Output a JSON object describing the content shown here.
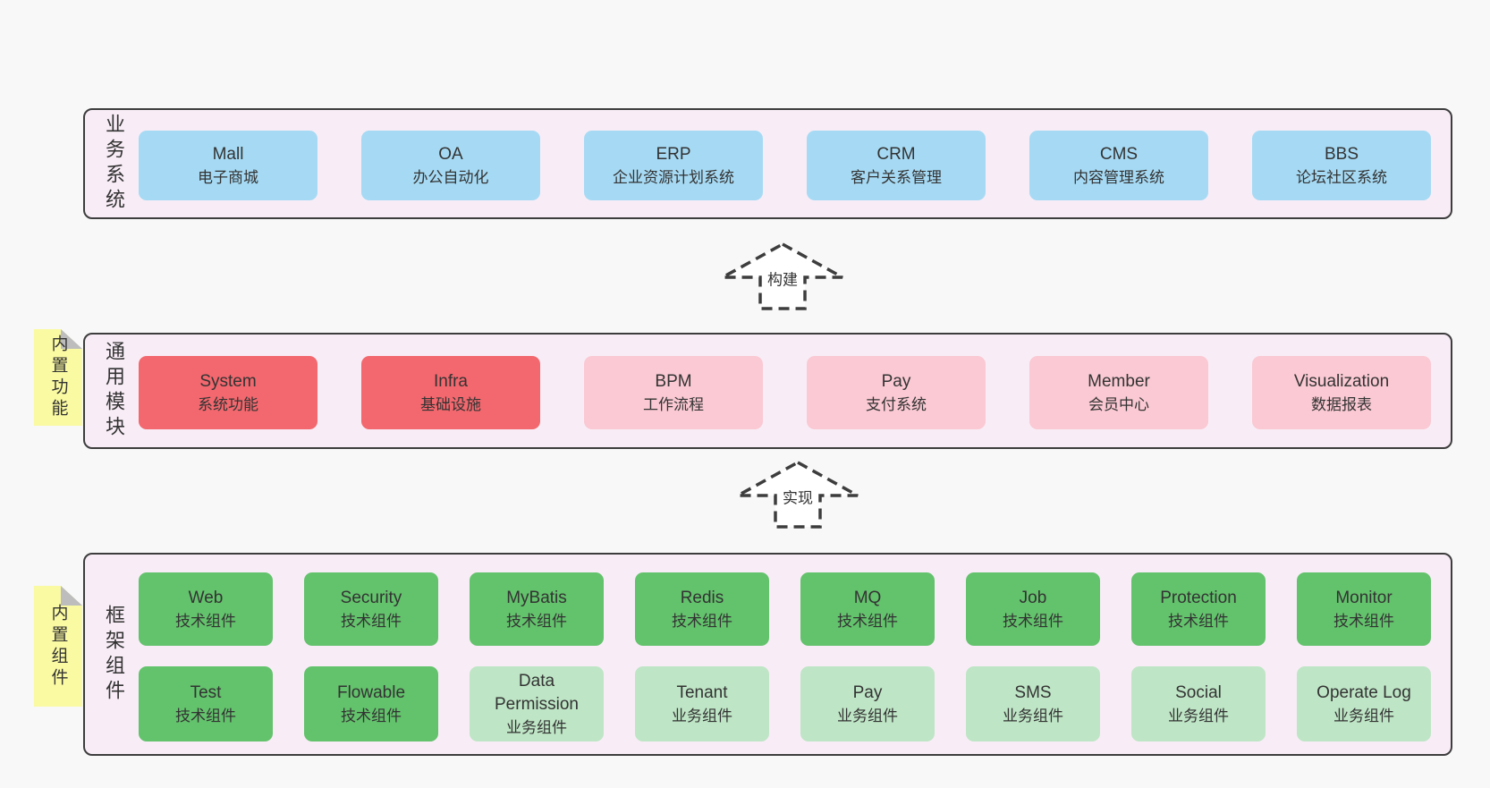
{
  "colors": {
    "page_bg": "#f8f8f8",
    "panel_bg": "#f8edf6",
    "panel_border": "#3d3d3d",
    "text": "#333333",
    "blue": "#a6daf4",
    "red": "#f2686e",
    "pink": "#fac9d3",
    "green": "#63c26c",
    "green_light": "#bee5c5",
    "yellow": "#fafaa2",
    "fold_gray": "#bdbdbd",
    "arrow_fill": "#ffffff"
  },
  "business": {
    "label": "业务系统",
    "box_color": "#a6daf4",
    "items": [
      {
        "title": "Mall",
        "subtitle": "电子商城"
      },
      {
        "title": "OA",
        "subtitle": "办公自动化"
      },
      {
        "title": "ERP",
        "subtitle": "企业资源计划系统"
      },
      {
        "title": "CRM",
        "subtitle": "客户关系管理"
      },
      {
        "title": "CMS",
        "subtitle": "内容管理系统"
      },
      {
        "title": "BBS",
        "subtitle": "论坛社区系统"
      }
    ]
  },
  "modules": {
    "label": "通用模块",
    "tag": "内置功能",
    "items": [
      {
        "title": "System",
        "subtitle": "系统功能",
        "color": "#f2686e"
      },
      {
        "title": "Infra",
        "subtitle": "基础设施",
        "color": "#f2686e"
      },
      {
        "title": "BPM",
        "subtitle": "工作流程",
        "color": "#fac9d3"
      },
      {
        "title": "Pay",
        "subtitle": "支付系统",
        "color": "#fac9d3"
      },
      {
        "title": "Member",
        "subtitle": "会员中心",
        "color": "#fac9d3"
      },
      {
        "title": "Visualization",
        "subtitle": "数据报表",
        "color": "#fac9d3"
      }
    ]
  },
  "components": {
    "label": "框架组件",
    "tag": "内置组件",
    "row1": [
      {
        "title": "Web",
        "subtitle": "技术组件",
        "color": "#63c26c"
      },
      {
        "title": "Security",
        "subtitle": "技术组件",
        "color": "#63c26c"
      },
      {
        "title": "MyBatis",
        "subtitle": "技术组件",
        "color": "#63c26c"
      },
      {
        "title": "Redis",
        "subtitle": "技术组件",
        "color": "#63c26c"
      },
      {
        "title": "MQ",
        "subtitle": "技术组件",
        "color": "#63c26c"
      },
      {
        "title": "Job",
        "subtitle": "技术组件",
        "color": "#63c26c"
      },
      {
        "title": "Protection",
        "subtitle": "技术组件",
        "color": "#63c26c"
      },
      {
        "title": "Monitor",
        "subtitle": "技术组件",
        "color": "#63c26c"
      }
    ],
    "row2": [
      {
        "title": "Test",
        "subtitle": "技术组件",
        "color": "#63c26c"
      },
      {
        "title": "Flowable",
        "subtitle": "技术组件",
        "color": "#63c26c"
      },
      {
        "title": "Data Permission",
        "subtitle": "业务组件",
        "color": "#bee5c5"
      },
      {
        "title": "Tenant",
        "subtitle": "业务组件",
        "color": "#bee5c5"
      },
      {
        "title": "Pay",
        "subtitle": "业务组件",
        "color": "#bee5c5"
      },
      {
        "title": "SMS",
        "subtitle": "业务组件",
        "color": "#bee5c5"
      },
      {
        "title": "Social",
        "subtitle": "业务组件",
        "color": "#bee5c5"
      },
      {
        "title": "Operate Log",
        "subtitle": "业务组件",
        "color": "#bee5c5"
      }
    ]
  },
  "arrows": {
    "build": "构建",
    "implement": "实现"
  }
}
